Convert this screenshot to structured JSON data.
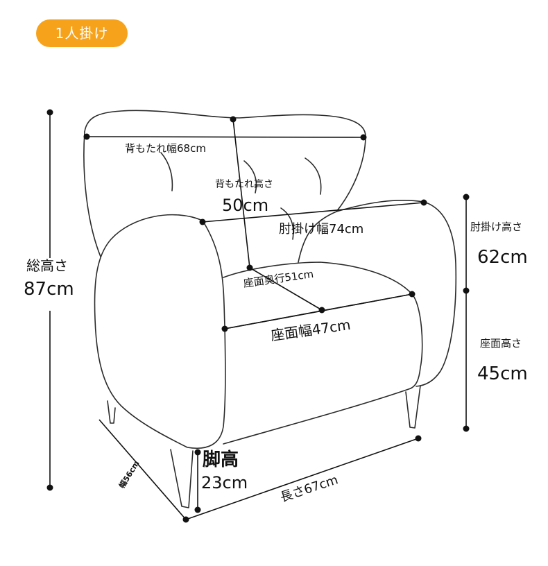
{
  "badge": {
    "label": "1人掛け",
    "color": "#f7a21b"
  },
  "dimensions": {
    "total_height": {
      "label": "総高さ",
      "value": "87cm"
    },
    "backrest_width": {
      "label": "背もたれ幅68cm"
    },
    "backrest_height": {
      "label": "背もたれ高さ",
      "value": "50cm"
    },
    "armrest_width": {
      "label": "肘掛け幅74cm"
    },
    "armrest_height": {
      "label": "肘掛け高さ",
      "value": "62cm"
    },
    "seat_depth": {
      "label": "座面奥行51cm"
    },
    "seat_width": {
      "label": "座面幅47cm"
    },
    "seat_height": {
      "label": "座面高さ",
      "value": "45cm"
    },
    "leg_height": {
      "label": "脚高",
      "value": "23cm"
    },
    "length": {
      "label": "長さ67cm"
    },
    "depth": {
      "label": "幅56cm"
    }
  }
}
